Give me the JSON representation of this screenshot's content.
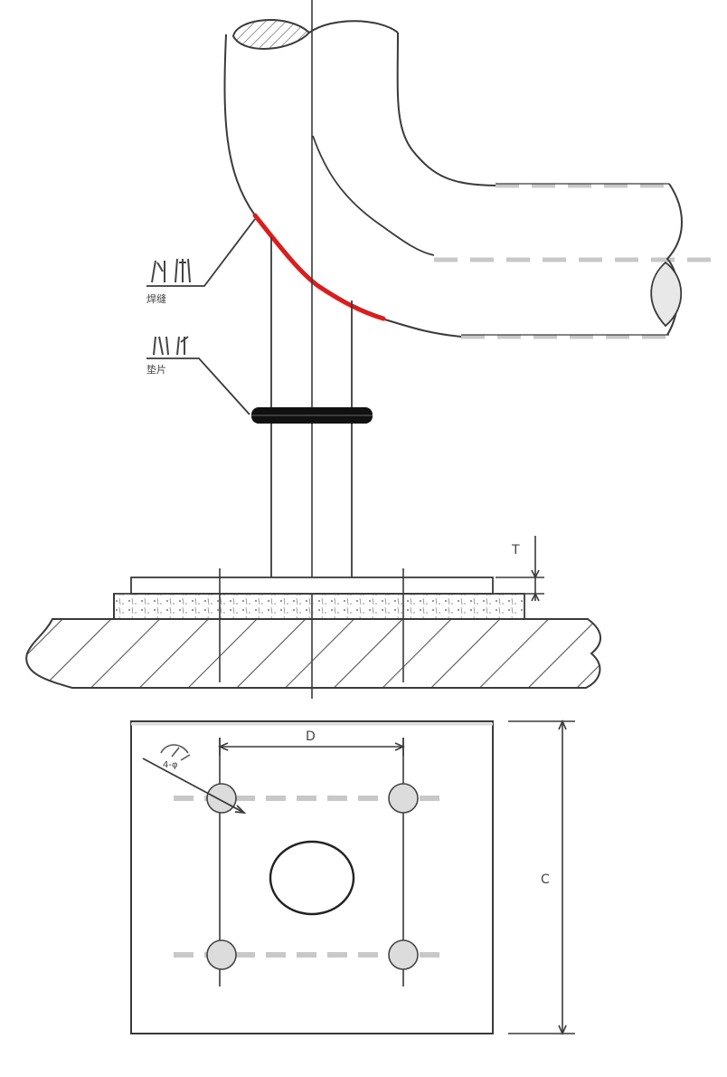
{
  "diagram": {
    "labels": {
      "callout_top": "焊缝",
      "callout_middle": "垫片",
      "dim_thickness": "T",
      "dim_spacing": "D",
      "dim_plate": "C",
      "callout_bolt": "4-φ"
    },
    "colors": {
      "line": "#3a3a3a",
      "weld": "#d81e1e",
      "gasket": "#111111",
      "dash": "#c8c8c8",
      "fill_light": "#f4f4f4",
      "hatch": "#555555"
    },
    "icons": {
      "pipe": "pipe-elbow-icon",
      "gasket": "gasket-bar-icon",
      "foundation": "hatched-foundation-icon",
      "plate": "base-plate-icon",
      "bolt": "bolt-hole-icon"
    }
  }
}
